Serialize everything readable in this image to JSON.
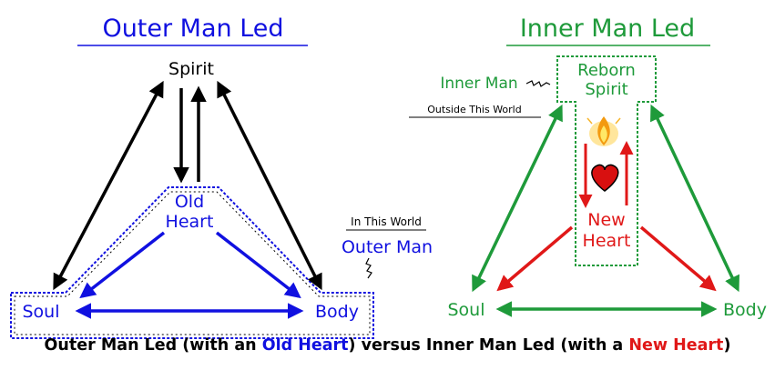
{
  "left": {
    "title": "Outer Man Led",
    "spirit": "Spirit",
    "old_heart_line1": "Old",
    "old_heart_line2": "Heart",
    "soul": "Soul",
    "body": "Body",
    "world_label": "In This World",
    "outer_man": "Outer Man"
  },
  "right": {
    "title": "Inner Man Led",
    "inner_man": "Inner Man",
    "outside_world": "Outside This World",
    "reborn_line1": "Reborn",
    "reborn_line2": "Spirit",
    "new_heart_line1": "New",
    "new_heart_line2": "Heart",
    "soul": "Soul",
    "body": "Body"
  },
  "caption": {
    "part1": "Outer Man Led (with an ",
    "old_heart": "Old Heart",
    "part2": ") versus Inner Man Led (with a ",
    "new_heart": "New Heart",
    "part3": ")"
  },
  "colors": {
    "blue": "#1010e0",
    "green": "#1e9a3a",
    "red": "#e01818",
    "black": "#000000"
  }
}
